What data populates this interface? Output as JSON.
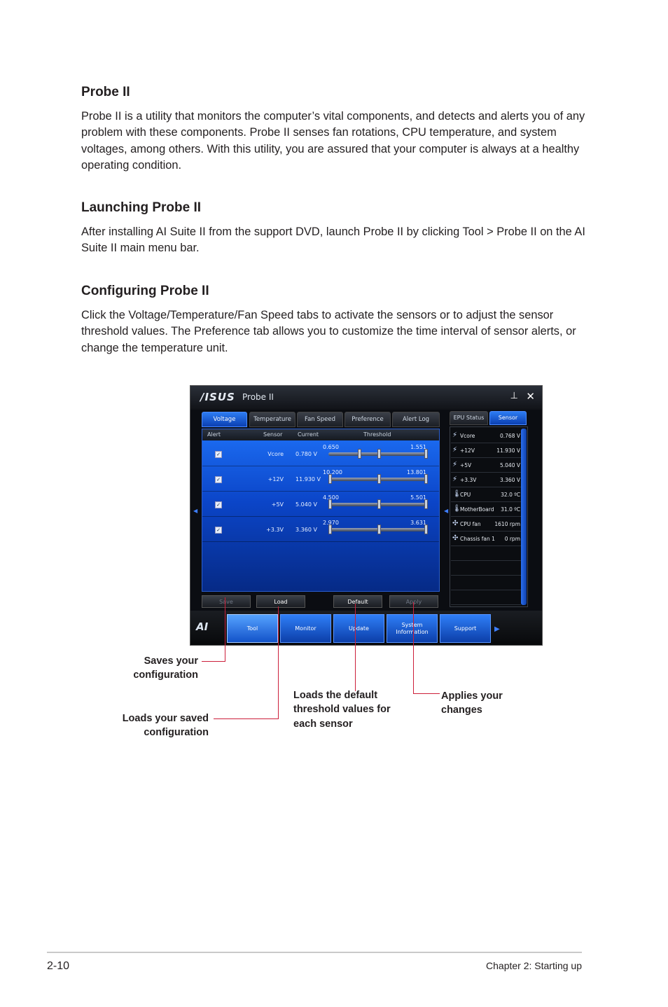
{
  "sections": [
    {
      "title": "Probe II",
      "body": "Probe II is a utility that monitors the computer’s vital components, and detects and alerts you of any problem with these components. Probe II senses fan rotations, CPU temperature, and system voltages, among others. With this utility, you are assured that your computer is always at a healthy operating condition."
    },
    {
      "title": "Launching Probe II",
      "body": "After installing AI Suite II from the support DVD, launch Probe II by clicking Tool > Probe II on the AI Suite II main menu bar."
    },
    {
      "title": "Configuring Probe II",
      "body": "Click the Voltage/Temperature/Fan Speed tabs to activate the sensors or to adjust the sensor threshold values. The Preference tab allows you to customize the time interval of sensor alerts, or change the temperature unit."
    }
  ],
  "app": {
    "logo": "/ISUS",
    "title": "Probe II",
    "minimize_glyph": "⊥",
    "close_glyph": "✕",
    "tabs": [
      "Voltage",
      "Temperature",
      "Fan Speed",
      "Preference",
      "Alert Log"
    ],
    "active_tab": "Voltage",
    "columns": {
      "alert": "Alert",
      "sensor": "Sensor",
      "current": "Current",
      "threshold": "Threshold"
    },
    "rows": [
      {
        "name": "Vcore",
        "current": "0.780 V",
        "low": "0.650",
        "high": "1.551",
        "checked": "✓"
      },
      {
        "name": "+12V",
        "current": "11.930 V",
        "low": "10.200",
        "high": "13.801",
        "checked": "✓"
      },
      {
        "name": "+5V",
        "current": "5.040 V",
        "low": "4.500",
        "high": "5.501",
        "checked": "✓"
      },
      {
        "name": "+3.3V",
        "current": "3.360 V",
        "low": "2.970",
        "high": "3.631",
        "checked": "✓"
      }
    ],
    "buttons": {
      "save": "Save",
      "load": "Load",
      "default": "Default",
      "apply": "Apply"
    },
    "right_tabs": [
      "EPU Status",
      "Sensor"
    ],
    "right_active": "Sensor",
    "sensors": [
      {
        "icon": "bolt-icon",
        "glyph": "⚡",
        "name": "Vcore",
        "value": "0.768  V"
      },
      {
        "icon": "bolt-icon",
        "glyph": "⚡",
        "name": "+12V",
        "value": "11.930  V"
      },
      {
        "icon": "bolt-icon",
        "glyph": "⚡",
        "name": "+5V",
        "value": "5.040  V"
      },
      {
        "icon": "bolt-icon",
        "glyph": "⚡",
        "name": "+3.3V",
        "value": "3.360  V"
      },
      {
        "icon": "thermometer-icon",
        "glyph": "🌡",
        "name": "CPU",
        "value": "32.0 ºC"
      },
      {
        "icon": "thermometer-icon",
        "glyph": "🌡",
        "name": "MotherBoard",
        "value": "31.0 ºC"
      },
      {
        "icon": "fan-icon",
        "glyph": "✣",
        "name": "CPU fan",
        "value": "1610  rpm"
      },
      {
        "icon": "fan-icon",
        "glyph": "✣",
        "name": "Chassis fan 1",
        "value": "0  rpm"
      }
    ],
    "menu": [
      "Tool",
      "Monitor",
      "Update",
      "System Information",
      "Support"
    ],
    "menu_logo": "AI",
    "arrow_left": "◀",
    "arrow_right": "▶"
  },
  "callouts": {
    "save": "Saves your configuration",
    "load": "Loads your saved configuration",
    "default": "Loads the default threshold values for each sensor",
    "apply": "Applies your changes"
  },
  "footer": {
    "page": "2-10",
    "chapter": "Chapter 2: Starting up"
  }
}
